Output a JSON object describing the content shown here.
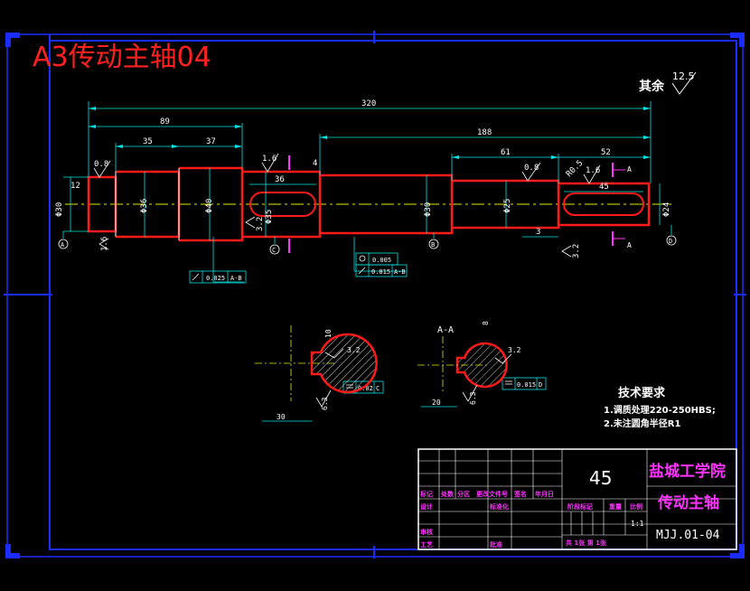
{
  "colors": {
    "background": "#000000",
    "frame": "#1a2cff",
    "outline": "#ff1a1a",
    "dimension": "#00e6e6",
    "text_white": "#ffffff",
    "text_magenta": "#ff33ff",
    "centerline": "#e6e600",
    "title_red": "#ff2020"
  },
  "title": "A3传动主轴04",
  "roughness": {
    "other_label": "其余",
    "other_value": "12.5"
  },
  "dimensions": {
    "total_length": "320",
    "length_89": "89",
    "length_188": "188",
    "length_35": "35",
    "length_37": "37",
    "length_61": "61",
    "length_52": "52",
    "length_36": "36",
    "length_45": "45",
    "length_4": "4",
    "length_3": "3",
    "length_12": "12",
    "dia_left": "Φ30",
    "dia_36": "Φ36",
    "dia_40": "Φ40",
    "dia_35": "Φ35",
    "dia_30": "Φ30",
    "dia_25": "Φ25",
    "dia_24": "Φ24",
    "chamfer": "R0.5"
  },
  "surface_marks": {
    "r08": "0.8",
    "r16": "1.6",
    "r32": "3.2",
    "r63": "6.3"
  },
  "datums": {
    "a": "A",
    "b": "B",
    "c": "C",
    "d": "D",
    "section": "A-A"
  },
  "tolerances": {
    "runout_left": "0.025",
    "runout_left_ref": "A-B",
    "cyl_top": "0.005",
    "runout_mid": "0.015",
    "runout_mid_ref": "A-B",
    "sym_c": "0.02",
    "sym_c_ref": "C",
    "sym_d": "0.015",
    "sym_d_ref": "D"
  },
  "sections": {
    "left_key": "10",
    "left_width": "30",
    "right_key": "8",
    "right_width": "20"
  },
  "tech_req": {
    "heading": "技术要求",
    "item1": "1.调质处理220-250HBS;",
    "item2": "2.未注圆角半径R1"
  },
  "title_block": {
    "material": "45",
    "school": "盐城工学院",
    "part_name": "传动主轴",
    "drawing_no": "MJJ.01-04",
    "header_cells": [
      "标记",
      "处数",
      "分区",
      "更改文件号",
      "签名",
      "年月日"
    ],
    "row_design": "设计",
    "row_std": "标准化",
    "row_review": "审核",
    "row_process": "工艺",
    "row_approve": "批准",
    "stage_mark": "阶段标记",
    "weight": "重量",
    "scale": "比例",
    "scale_value": "1:1",
    "sheets": "共 1张 第 1张"
  }
}
